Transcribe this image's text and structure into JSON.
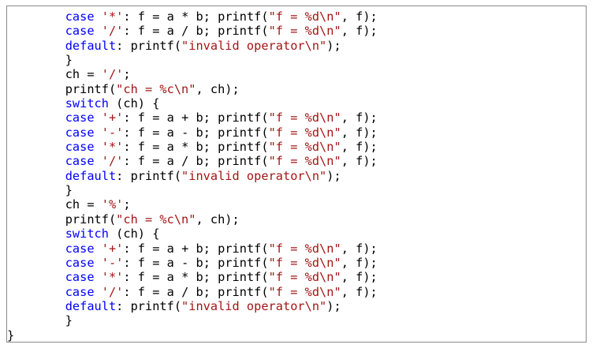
{
  "colors": {
    "keyword": "#0000ff",
    "string": "#a31515",
    "plain": "#000000",
    "border": "#8a8a8a"
  },
  "code_lines": [
    {
      "indent": "        ",
      "tokens": [
        {
          "t": "kw",
          "v": "case"
        },
        {
          "t": "pl",
          "v": " "
        },
        {
          "t": "st",
          "v": "'*'"
        },
        {
          "t": "pl",
          "v": ": f = a * b; printf("
        },
        {
          "t": "st",
          "v": "\"f = %d\\n\""
        },
        {
          "t": "pl",
          "v": ", f);"
        }
      ]
    },
    {
      "indent": "        ",
      "tokens": [
        {
          "t": "kw",
          "v": "case"
        },
        {
          "t": "pl",
          "v": " "
        },
        {
          "t": "st",
          "v": "'/'"
        },
        {
          "t": "pl",
          "v": ": f = a / b; printf("
        },
        {
          "t": "st",
          "v": "\"f = %d\\n\""
        },
        {
          "t": "pl",
          "v": ", f);"
        }
      ]
    },
    {
      "indent": "        ",
      "tokens": [
        {
          "t": "kw",
          "v": "default"
        },
        {
          "t": "pl",
          "v": ": printf("
        },
        {
          "t": "st",
          "v": "\"invalid operator\\n\""
        },
        {
          "t": "pl",
          "v": ");"
        }
      ]
    },
    {
      "indent": "        ",
      "tokens": [
        {
          "t": "pl",
          "v": "}"
        }
      ]
    },
    {
      "indent": "        ",
      "tokens": [
        {
          "t": "pl",
          "v": "ch = "
        },
        {
          "t": "st",
          "v": "'/'"
        },
        {
          "t": "pl",
          "v": ";"
        }
      ]
    },
    {
      "indent": "        ",
      "tokens": [
        {
          "t": "pl",
          "v": "printf("
        },
        {
          "t": "st",
          "v": "\"ch = %c\\n\""
        },
        {
          "t": "pl",
          "v": ", ch);"
        }
      ]
    },
    {
      "indent": "        ",
      "tokens": [
        {
          "t": "kw",
          "v": "switch"
        },
        {
          "t": "pl",
          "v": " (ch) {"
        }
      ]
    },
    {
      "indent": "        ",
      "tokens": [
        {
          "t": "kw",
          "v": "case"
        },
        {
          "t": "pl",
          "v": " "
        },
        {
          "t": "st",
          "v": "'+'"
        },
        {
          "t": "pl",
          "v": ": f = a + b; printf("
        },
        {
          "t": "st",
          "v": "\"f = %d\\n\""
        },
        {
          "t": "pl",
          "v": ", f);"
        }
      ]
    },
    {
      "indent": "        ",
      "tokens": [
        {
          "t": "kw",
          "v": "case"
        },
        {
          "t": "pl",
          "v": " "
        },
        {
          "t": "st",
          "v": "'-'"
        },
        {
          "t": "pl",
          "v": ": f = a - b; printf("
        },
        {
          "t": "st",
          "v": "\"f = %d\\n\""
        },
        {
          "t": "pl",
          "v": ", f);"
        }
      ]
    },
    {
      "indent": "        ",
      "tokens": [
        {
          "t": "kw",
          "v": "case"
        },
        {
          "t": "pl",
          "v": " "
        },
        {
          "t": "st",
          "v": "'*'"
        },
        {
          "t": "pl",
          "v": ": f = a * b; printf("
        },
        {
          "t": "st",
          "v": "\"f = %d\\n\""
        },
        {
          "t": "pl",
          "v": ", f);"
        }
      ]
    },
    {
      "indent": "        ",
      "tokens": [
        {
          "t": "kw",
          "v": "case"
        },
        {
          "t": "pl",
          "v": " "
        },
        {
          "t": "st",
          "v": "'/'"
        },
        {
          "t": "pl",
          "v": ": f = a / b; printf("
        },
        {
          "t": "st",
          "v": "\"f = %d\\n\""
        },
        {
          "t": "pl",
          "v": ", f);"
        }
      ]
    },
    {
      "indent": "        ",
      "tokens": [
        {
          "t": "kw",
          "v": "default"
        },
        {
          "t": "pl",
          "v": ": printf("
        },
        {
          "t": "st",
          "v": "\"invalid operator\\n\""
        },
        {
          "t": "pl",
          "v": ");"
        }
      ]
    },
    {
      "indent": "        ",
      "tokens": [
        {
          "t": "pl",
          "v": "}"
        }
      ]
    },
    {
      "indent": "        ",
      "tokens": [
        {
          "t": "pl",
          "v": "ch = "
        },
        {
          "t": "st",
          "v": "'%'"
        },
        {
          "t": "pl",
          "v": ";"
        }
      ]
    },
    {
      "indent": "        ",
      "tokens": [
        {
          "t": "pl",
          "v": "printf("
        },
        {
          "t": "st",
          "v": "\"ch = %c\\n\""
        },
        {
          "t": "pl",
          "v": ", ch);"
        }
      ]
    },
    {
      "indent": "        ",
      "tokens": [
        {
          "t": "kw",
          "v": "switch"
        },
        {
          "t": "pl",
          "v": " (ch) {"
        }
      ]
    },
    {
      "indent": "        ",
      "tokens": [
        {
          "t": "kw",
          "v": "case"
        },
        {
          "t": "pl",
          "v": " "
        },
        {
          "t": "st",
          "v": "'+'"
        },
        {
          "t": "pl",
          "v": ": f = a + b; printf("
        },
        {
          "t": "st",
          "v": "\"f = %d\\n\""
        },
        {
          "t": "pl",
          "v": ", f);"
        }
      ]
    },
    {
      "indent": "        ",
      "tokens": [
        {
          "t": "kw",
          "v": "case"
        },
        {
          "t": "pl",
          "v": " "
        },
        {
          "t": "st",
          "v": "'-'"
        },
        {
          "t": "pl",
          "v": ": f = a - b; printf("
        },
        {
          "t": "st",
          "v": "\"f = %d\\n\""
        },
        {
          "t": "pl",
          "v": ", f);"
        }
      ]
    },
    {
      "indent": "        ",
      "tokens": [
        {
          "t": "kw",
          "v": "case"
        },
        {
          "t": "pl",
          "v": " "
        },
        {
          "t": "st",
          "v": "'*'"
        },
        {
          "t": "pl",
          "v": ": f = a * b; printf("
        },
        {
          "t": "st",
          "v": "\"f = %d\\n\""
        },
        {
          "t": "pl",
          "v": ", f);"
        }
      ]
    },
    {
      "indent": "        ",
      "tokens": [
        {
          "t": "kw",
          "v": "case"
        },
        {
          "t": "pl",
          "v": " "
        },
        {
          "t": "st",
          "v": "'/'"
        },
        {
          "t": "pl",
          "v": ": f = a / b; printf("
        },
        {
          "t": "st",
          "v": "\"f = %d\\n\""
        },
        {
          "t": "pl",
          "v": ", f);"
        }
      ]
    },
    {
      "indent": "        ",
      "tokens": [
        {
          "t": "kw",
          "v": "default"
        },
        {
          "t": "pl",
          "v": ": printf("
        },
        {
          "t": "st",
          "v": "\"invalid operator\\n\""
        },
        {
          "t": "pl",
          "v": ");"
        }
      ]
    },
    {
      "indent": "        ",
      "tokens": [
        {
          "t": "pl",
          "v": "}"
        }
      ]
    },
    {
      "indent": "",
      "tokens": [
        {
          "t": "pl",
          "v": "}"
        }
      ]
    }
  ]
}
